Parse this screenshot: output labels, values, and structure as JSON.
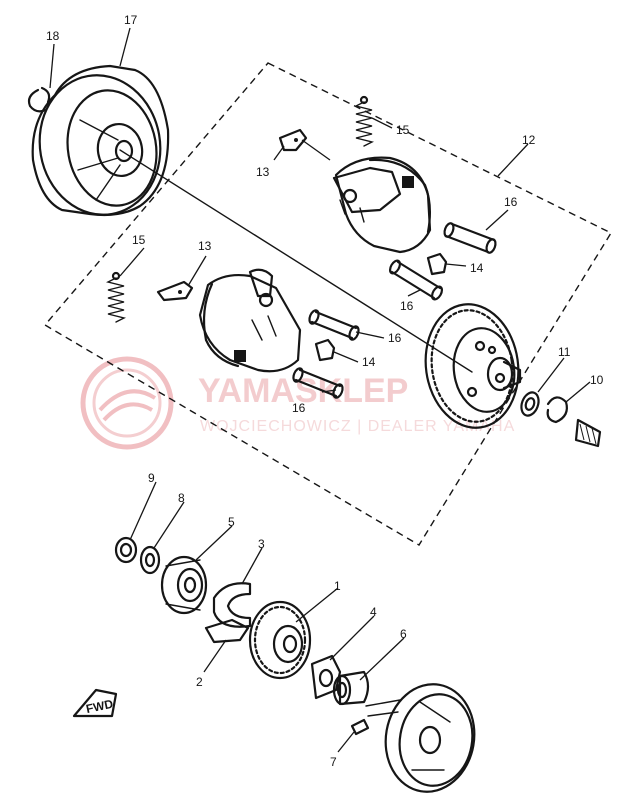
{
  "diagram": {
    "callouts": [
      "1",
      "2",
      "3",
      "4",
      "5",
      "6",
      "7",
      "8",
      "9",
      "10",
      "11",
      "12",
      "13",
      "13",
      "14",
      "14",
      "15",
      "15",
      "16",
      "16",
      "16",
      "16",
      "17",
      "18"
    ]
  },
  "watermark": {
    "brand": "YAMASKLEP",
    "tagline": "WOJCIECHOWICZ | DEALER YAMAHA",
    "color": "#e8a3a6"
  },
  "fwd_mark": "FWD",
  "colors": {
    "ink": "#161616",
    "background": "#ffffff"
  }
}
